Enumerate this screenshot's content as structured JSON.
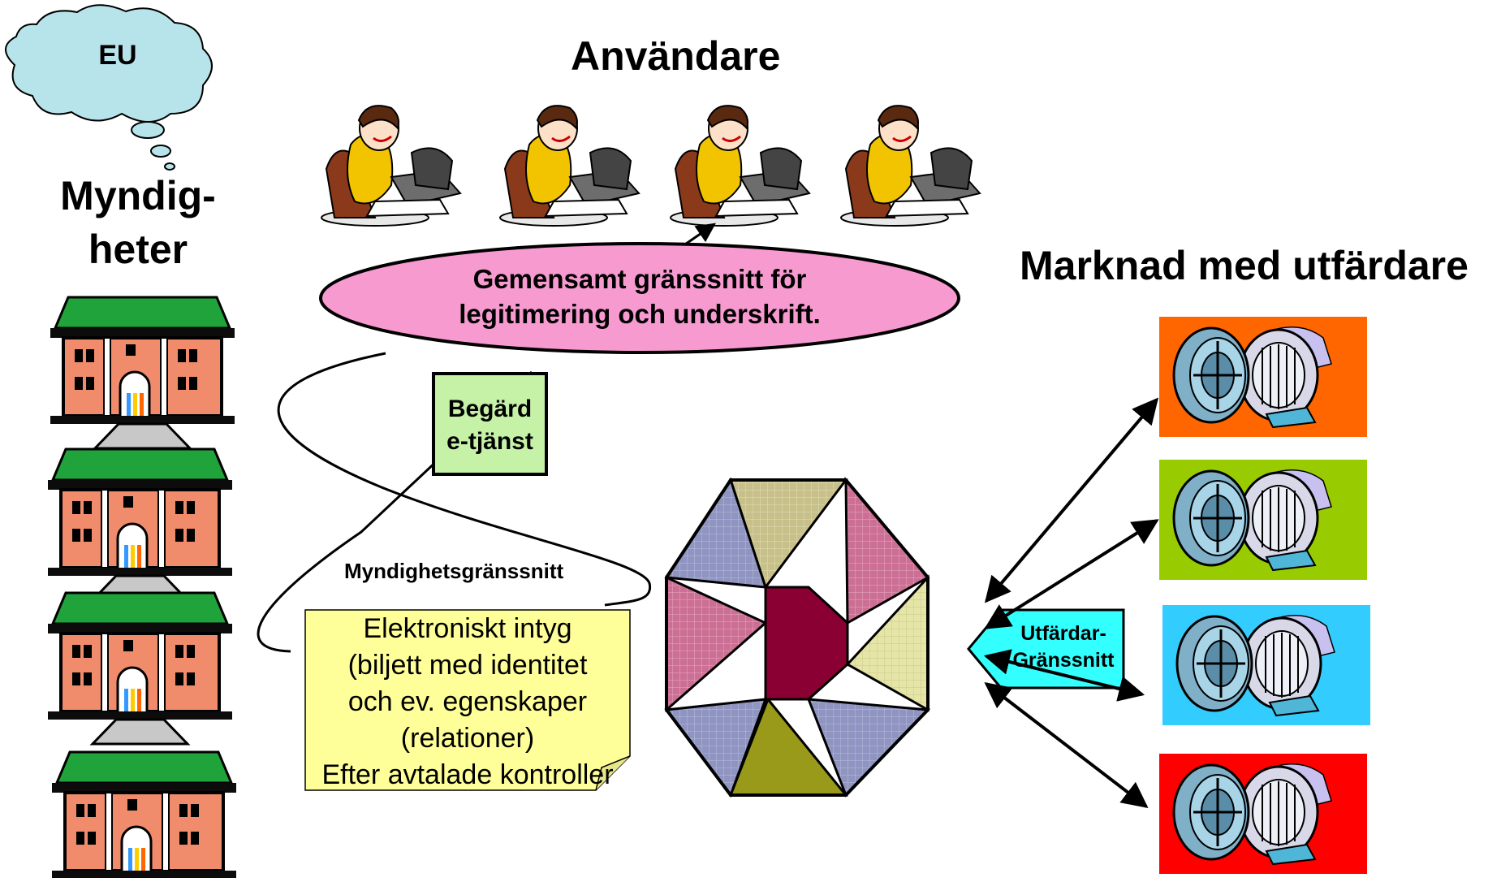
{
  "cloud": {
    "label": "EU"
  },
  "authorities": {
    "title_line1": "Myndig-",
    "title_line2": "heter",
    "building_count": 4
  },
  "users": {
    "title": "Användare",
    "person_count": 4
  },
  "market": {
    "title": "Marknad med utfärdare",
    "issuer_count": 4
  },
  "common_interface": {
    "line1": "Gemensamt gränssnitt för",
    "line2": "legitimering och underskrift."
  },
  "request_box": {
    "line1": "Begärd",
    "line2": "e-tjänst"
  },
  "authority_interface": {
    "label": "Myndighetsgränssnitt"
  },
  "certificate_note": {
    "line1": "Elektroniskt intyg",
    "line2": "(biljett med identitet",
    "line3": "och ev. egenskaper",
    "line4": "(relationer)",
    "line5": "Efter avtalade kontroller"
  },
  "issuer_interface": {
    "line1": "Utfärdar-",
    "line2": "Gränssnitt"
  },
  "colors": {
    "cloud_fill": "#b7e4ea",
    "ellipse_fill": "#f79ad0",
    "request_fill": "#c6f2a8",
    "note_fill": "#ffff99",
    "issuer_arrow_fill": "#33ffff",
    "center_octagon": "#8b0033",
    "issuer_backgrounds": [
      "#ff6600",
      "#99cc00",
      "#33ccff",
      "#ff0000"
    ]
  }
}
